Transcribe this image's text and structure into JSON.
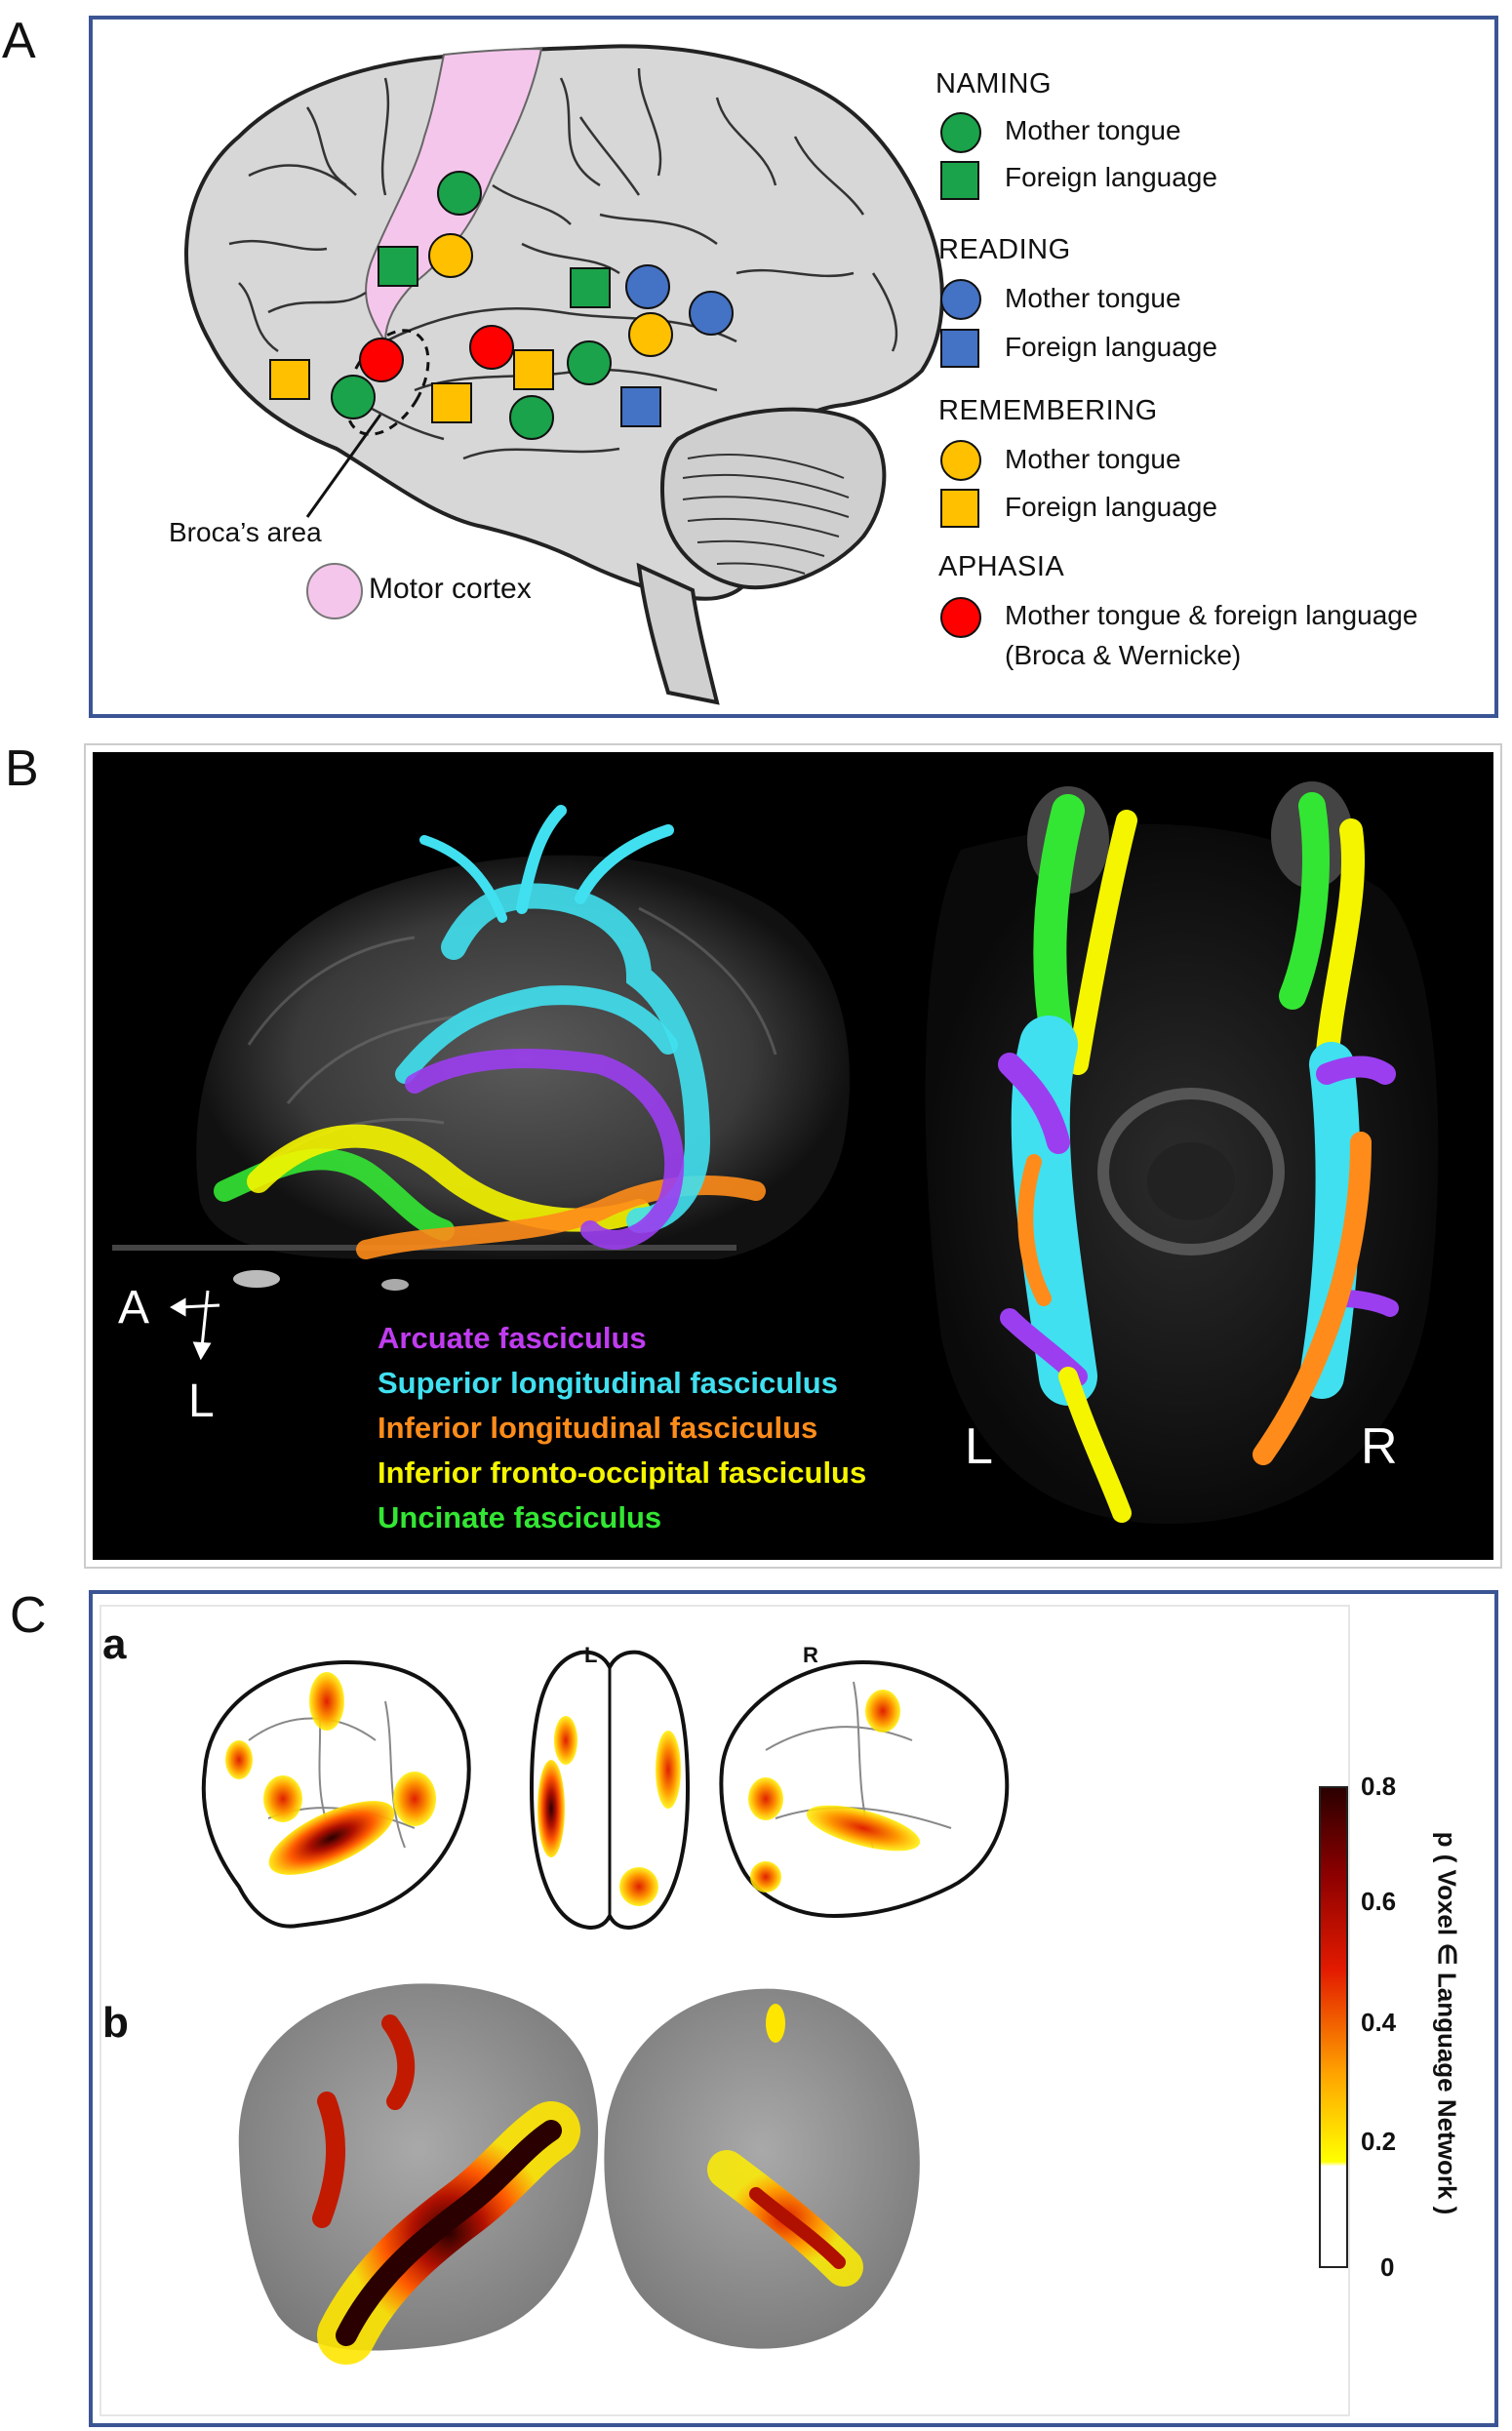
{
  "panels": {
    "a": "A",
    "b": "B",
    "c": "C"
  },
  "panel_a": {
    "brocas_area": "Broca’s area",
    "motor_cortex": "Motor cortex",
    "legend": {
      "naming": {
        "heading": "NAMING",
        "mother": "Mother tongue",
        "foreign": "Foreign language",
        "color": "#1aa34a"
      },
      "reading": {
        "heading": "READING",
        "mother": "Mother tongue",
        "foreign": "Foreign language",
        "color": "#4472c4"
      },
      "remembering": {
        "heading": "REMEMBERING",
        "mother": "Mother tongue",
        "foreign": "Foreign language",
        "color": "#ffc000"
      },
      "aphasia": {
        "heading": "APHASIA",
        "line1": "Mother tongue & foreign language",
        "line2": "(Broca & Wernicke)",
        "color": "#ff0000"
      }
    },
    "motor_color": "#f5c6ec"
  },
  "panel_b": {
    "axis_a": "A",
    "axis_l": "L",
    "left_label": "L",
    "right_label": "R",
    "tracts": [
      {
        "name": "Arcuate fasciculus",
        "color": "#c03cf0"
      },
      {
        "name": "Superior longitudinal fasciculus",
        "color": "#40e0f0"
      },
      {
        "name": "Inferior longitudinal fasciculus",
        "color": "#ff8c1a"
      },
      {
        "name": "Inferior fronto-occipital fasciculus",
        "color": "#f5f500"
      },
      {
        "name": "Uncinate fasciculus",
        "color": "#33e633"
      }
    ]
  },
  "panel_c": {
    "sub_a": "a",
    "sub_b": "b",
    "view_l": "L",
    "view_r": "R",
    "colorbar": {
      "label": "p ( Voxel ∈ Language Network )",
      "ticks": [
        "0.8",
        "0.6",
        "0.4",
        "0.2",
        "0"
      ]
    }
  }
}
